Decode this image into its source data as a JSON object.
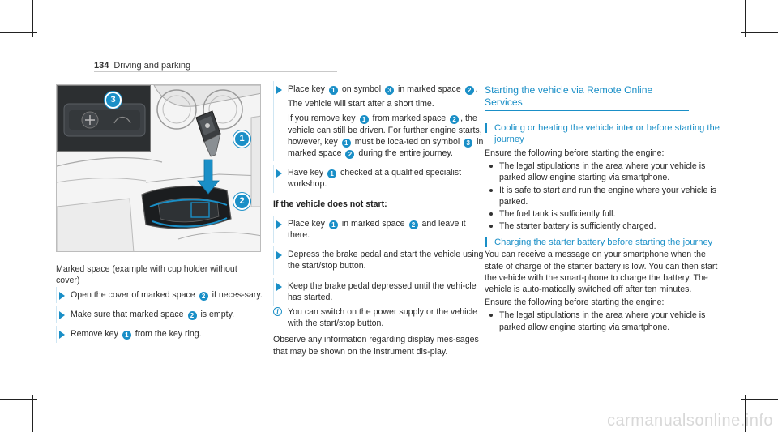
{
  "header": {
    "page_number": "134",
    "chapter": "Driving and parking"
  },
  "figure": {
    "callouts": [
      "3",
      "1",
      "2"
    ],
    "caption": "Marked space (example with cup holder without cover)"
  },
  "left_steps": [
    {
      "parts": [
        "Open the cover of marked space ",
        "2",
        " if neces-sary."
      ]
    },
    {
      "parts": [
        "Make sure that marked space ",
        "2",
        " is empty."
      ]
    },
    {
      "parts": [
        "Remove key ",
        "1",
        " from the key ring."
      ]
    }
  ],
  "middle": {
    "step1": {
      "a": [
        "Place key ",
        "1",
        " on symbol ",
        "3",
        " in marked space ",
        "2",
        "."
      ],
      "b": "The vehicle will start after a short time.",
      "c": [
        "If you remove key ",
        "1",
        " from marked space ",
        "2",
        ", the vehicle can still be driven. For further engine starts, however, key ",
        "1",
        " must be loca-ted on symbol ",
        "3",
        " in marked space ",
        "2",
        " during the entire journey."
      ]
    },
    "step2": [
      "Have key ",
      "1",
      " checked at a qualified specialist workshop."
    ],
    "subhead": "If the vehicle does not start:",
    "step3": [
      "Place key ",
      "1",
      " in marked space ",
      "2",
      " and leave it there."
    ],
    "step4": "Depress the brake pedal and start the vehicle using the start/stop button.",
    "step5": "Keep the brake pedal depressed until the vehi-cle has started.",
    "note": "You can switch on the power supply or the vehicle with the start/stop button.",
    "para": "Observe any information regarding display mes-sages that may be shown on the instrument dis-play."
  },
  "right": {
    "title": "Starting the vehicle via Remote Online Services",
    "sub1": "Cooling or heating the vehicle interior before starting the journey",
    "sub1_intro": "Ensure the following before starting the engine:",
    "sub1_bullets": [
      "The legal stipulations in the area where your vehicle is parked allow engine starting via smartphone.",
      "It is safe to start and run the engine where your vehicle is parked.",
      "The fuel tank is sufficiently full.",
      "The starter battery is sufficiently charged."
    ],
    "sub2": "Charging the starter battery before starting the journey",
    "sub2_para": "You can receive a message on your smartphone when the state of charge of the starter battery is low. You can then start the vehicle with the smart-phone to charge the battery. The vehicle is auto-matically switched off after ten minutes.",
    "sub2_intro": "Ensure the following before starting the engine:",
    "sub2_bullets": [
      "The legal stipulations in the area where your vehicle is parked allow engine starting via smartphone."
    ]
  },
  "watermark": "carmanualsonline.info",
  "colors": {
    "accent": "#1a8fc7",
    "text": "#2a2a2a"
  }
}
